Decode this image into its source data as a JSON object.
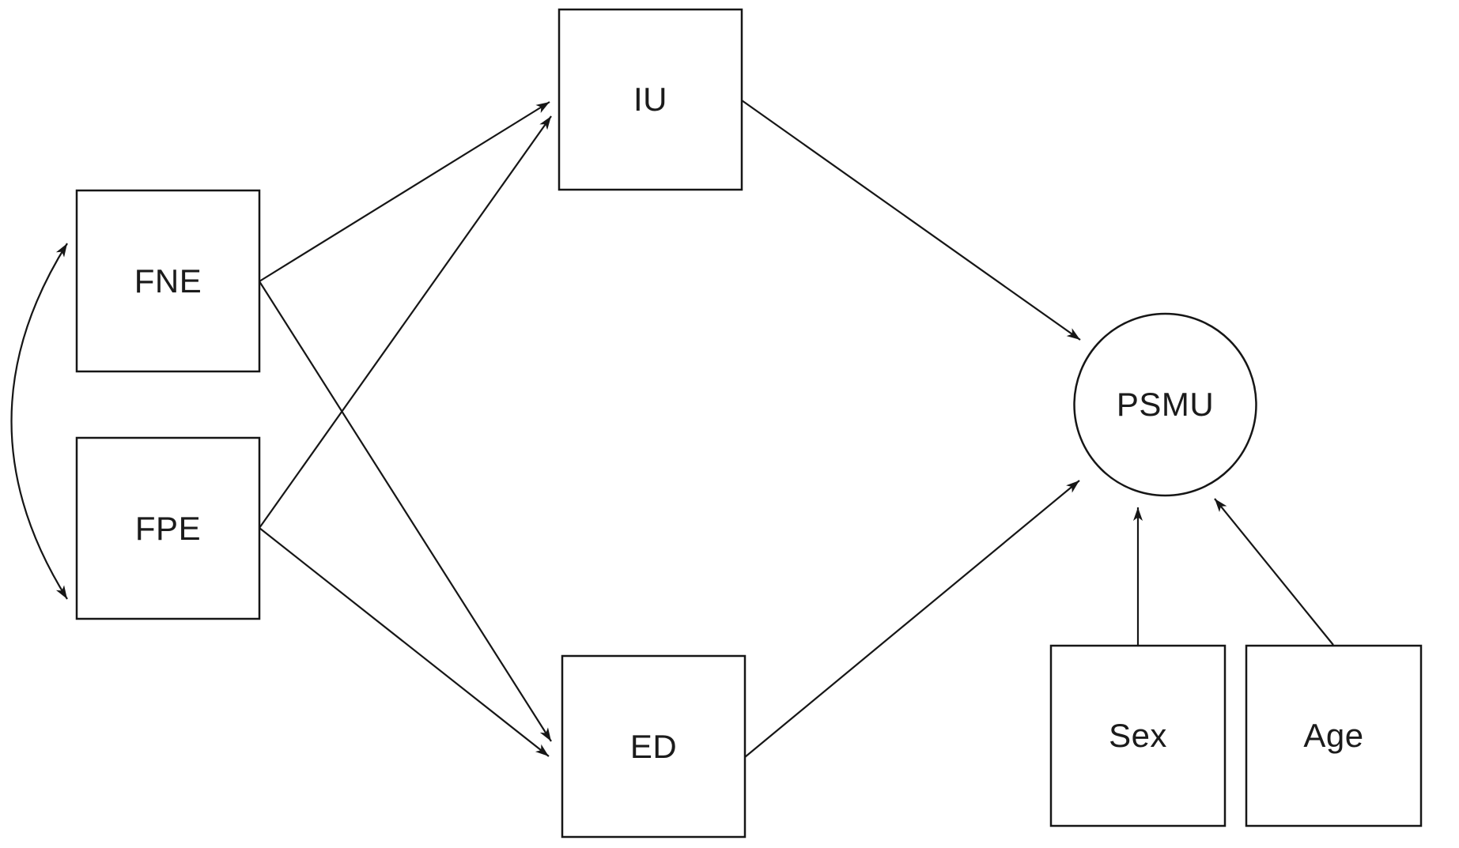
{
  "diagram": {
    "type": "path-model",
    "colors": {
      "ink": "#161616",
      "background": "#ffffff"
    },
    "nodes": {
      "fne": {
        "label": "FNE",
        "shape": "rectangle"
      },
      "fpe": {
        "label": "FPE",
        "shape": "rectangle"
      },
      "iu": {
        "label": "IU",
        "shape": "rectangle"
      },
      "ed": {
        "label": "ED",
        "shape": "rectangle"
      },
      "psmu": {
        "label": "PSMU",
        "shape": "circle"
      },
      "sex": {
        "label": "Sex",
        "shape": "rectangle"
      },
      "age": {
        "label": "Age",
        "shape": "rectangle"
      }
    },
    "edges": [
      {
        "from": "FNE",
        "to": "IU",
        "style": "single-headed-arrow"
      },
      {
        "from": "FNE",
        "to": "ED",
        "style": "single-headed-arrow"
      },
      {
        "from": "FPE",
        "to": "IU",
        "style": "single-headed-arrow"
      },
      {
        "from": "FPE",
        "to": "ED",
        "style": "single-headed-arrow"
      },
      {
        "from": "IU",
        "to": "PSMU",
        "style": "single-headed-arrow"
      },
      {
        "from": "ED",
        "to": "PSMU",
        "style": "single-headed-arrow"
      },
      {
        "from": "Sex",
        "to": "PSMU",
        "style": "single-headed-arrow"
      },
      {
        "from": "Age",
        "to": "PSMU",
        "style": "single-headed-arrow"
      },
      {
        "from": "FNE",
        "to": "FPE",
        "style": "double-headed-curved-arrow"
      }
    ]
  }
}
